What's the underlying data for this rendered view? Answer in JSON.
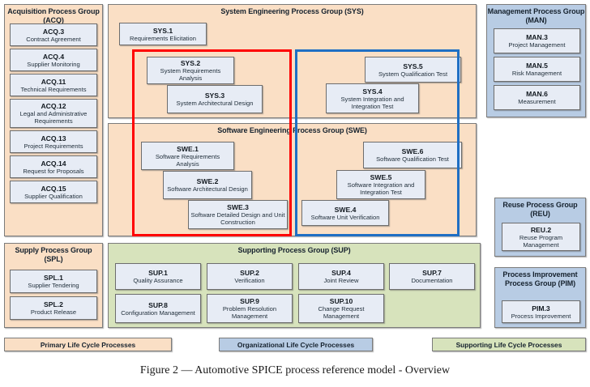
{
  "figure": {
    "caption": "Figure 2 — Automotive SPICE process reference model - Overview"
  },
  "groups": {
    "acq": {
      "title": "Acquisition Process Group (ACQ)",
      "lifecycle": "Primary Life Cycle Processes",
      "processes": [
        {
          "id": "ACQ.3",
          "name": "Contract Agreement"
        },
        {
          "id": "ACQ.4",
          "name": "Supplier Monitoring"
        },
        {
          "id": "ACQ.11",
          "name": "Technical Requirements"
        },
        {
          "id": "ACQ.12",
          "name": "Legal and Administrative Requirements"
        },
        {
          "id": "ACQ.13",
          "name": "Project Requirements"
        },
        {
          "id": "ACQ.14",
          "name": "Request for Proposals"
        },
        {
          "id": "ACQ.15",
          "name": "Supplier Qualification"
        }
      ]
    },
    "spl": {
      "title": "Supply Process Group (SPL)",
      "lifecycle": "Primary Life Cycle Processes",
      "processes": [
        {
          "id": "SPL.1",
          "name": "Supplier Tendering"
        },
        {
          "id": "SPL.2",
          "name": "Product Release"
        }
      ]
    },
    "sys": {
      "title": "System Engineering Process Group (SYS)",
      "lifecycle": "Primary Life Cycle Processes",
      "processes": [
        {
          "id": "SYS.1",
          "name": "Requirements Elicitation"
        },
        {
          "id": "SYS.2",
          "name": "System Requirements Analysis"
        },
        {
          "id": "SYS.3",
          "name": "System Architectural Design"
        },
        {
          "id": "SYS.4",
          "name": "System Integration and Integration Test"
        },
        {
          "id": "SYS.5",
          "name": "System Qualification Test"
        }
      ]
    },
    "swe": {
      "title": "Software Engineering Process Group (SWE)",
      "lifecycle": "Primary Life Cycle Processes",
      "processes": [
        {
          "id": "SWE.1",
          "name": "Software Requirements Analysis"
        },
        {
          "id": "SWE.2",
          "name": "Software Architectural Design"
        },
        {
          "id": "SWE.3",
          "name": "Software Detailed Design and Unit Construction"
        },
        {
          "id": "SWE.4",
          "name": "Software Unit Verification"
        },
        {
          "id": "SWE.5",
          "name": "Software Integration and Integration Test"
        },
        {
          "id": "SWE.6",
          "name": "Software Qualification Test"
        }
      ]
    },
    "sup": {
      "title": "Supporting Process Group (SUP)",
      "lifecycle": "Supporting Life Cycle Processes",
      "processes": [
        {
          "id": "SUP.1",
          "name": "Quality Assurance"
        },
        {
          "id": "SUP.2",
          "name": "Verification"
        },
        {
          "id": "SUP.4",
          "name": "Joint Review"
        },
        {
          "id": "SUP.7",
          "name": "Documentation"
        },
        {
          "id": "SUP.8",
          "name": "Configuration Management"
        },
        {
          "id": "SUP.9",
          "name": "Problem Resolution Management"
        },
        {
          "id": "SUP.10",
          "name": "Change Request Management"
        }
      ]
    },
    "man": {
      "title": "Management Process Group (MAN)",
      "lifecycle": "Organizational Life Cycle Processes",
      "processes": [
        {
          "id": "MAN.3",
          "name": "Project Management"
        },
        {
          "id": "MAN.5",
          "name": "Risk Management"
        },
        {
          "id": "MAN.6",
          "name": "Measurement"
        }
      ]
    },
    "reu": {
      "title": "Reuse Process Group (REU)",
      "lifecycle": "Organizational Life Cycle Processes",
      "processes": [
        {
          "id": "REU.2",
          "name": "Reuse Program Management"
        }
      ]
    },
    "pim": {
      "title": "Process Improvement Process Group (PIM)",
      "lifecycle": "Organizational Life Cycle Processes",
      "processes": [
        {
          "id": "PIM.3",
          "name": "Process Improvement"
        }
      ]
    }
  },
  "legend": [
    {
      "label": "Primary Life Cycle Processes",
      "color": "#fadfc5"
    },
    {
      "label": "Organizational Life Cycle Processes",
      "color": "#b8cce4"
    },
    {
      "label": "Supporting Life Cycle Processes",
      "color": "#d7e3bc"
    }
  ],
  "overlays": [
    {
      "name": "development-left-frame",
      "color": "#ff0000"
    },
    {
      "name": "development-right-frame",
      "color": "#1f6fc4"
    }
  ],
  "colors": {
    "primary_fill": "#fadfc5",
    "organizational_fill": "#b8cce4",
    "supporting_fill": "#d7e3bc",
    "process_box_fill": "#e7ecf5",
    "red_frame": "#ff0000",
    "blue_frame": "#1f6fc4"
  }
}
